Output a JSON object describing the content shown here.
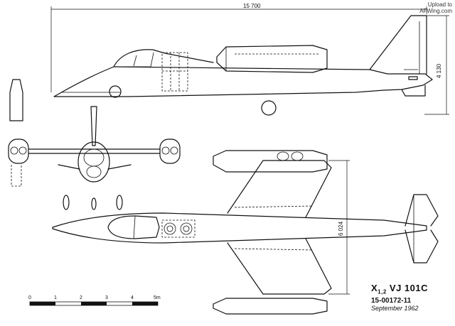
{
  "watermark": {
    "line1": "Upload to",
    "line2": "AFWing.com"
  },
  "dimensions": {
    "length": "15 700",
    "height": "4 130",
    "span": "6 024"
  },
  "scale_bar": {
    "ticks": [
      "0",
      "1",
      "2",
      "3",
      "4",
      "5m"
    ]
  },
  "title_block": {
    "designation_x": "X",
    "designation_sub": "1,2",
    "designation_rest": " VJ  101C",
    "drawing_number": "15-00172-11",
    "date": "September 1962"
  }
}
